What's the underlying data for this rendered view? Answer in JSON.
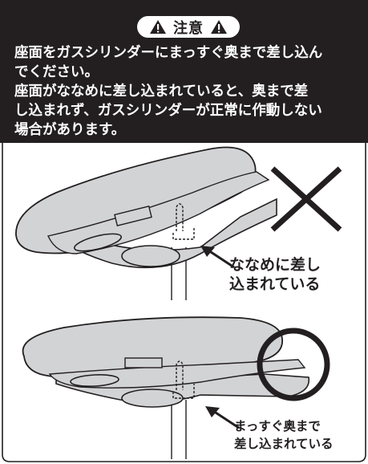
{
  "caution": {
    "title": "注意"
  },
  "notice": {
    "lines": [
      "座面をガスシリンダーにまっすぐ奥まで差し込ん",
      "でください。",
      "座面がななめに差し込まれていると、奥まで差",
      "し込まれず、ガスシリンダーが正常に作動しない",
      "場合があります。"
    ]
  },
  "examples": {
    "wrong": {
      "mark": "×",
      "label_lines": [
        "ななめに差し",
        "込まれている"
      ]
    },
    "right": {
      "mark": "○",
      "label_lines": [
        "まっすぐ奥まで",
        "差し込まれている"
      ]
    }
  },
  "colors": {
    "header_bg": "#231f20",
    "seat_fill": "#d2d3d5",
    "ink": "#231f20"
  }
}
